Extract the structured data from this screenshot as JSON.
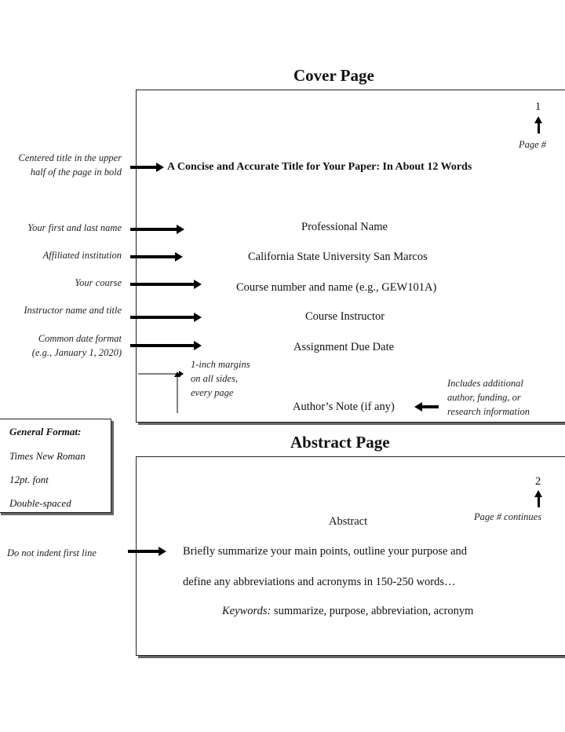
{
  "cover": {
    "heading": "Cover Page",
    "page_number": "1",
    "page_label": "Page #",
    "title_line": "A Concise and Accurate Title for Your Paper: In About 12 Words",
    "professional_name": "Professional Name",
    "institution": "California State University San Marcos",
    "course": "Course number and name (e.g., GEW101A)",
    "instructor": "Course Instructor",
    "due_date": "Assignment Due Date",
    "authors_note": "Author’s Note (if any)"
  },
  "cover_notes": {
    "title_note_line1": "Centered title in the upper",
    "title_note_line2": "half of the page in bold",
    "name_note": "Your first and last name",
    "institution_note": "Affiliated institution",
    "course_note": "Your course",
    "instructor_note": "Instructor name and title",
    "date_note_line1": "Common date format",
    "date_note_line2": "(e.g., January 1, 2020)",
    "margins_line1": "1-inch margins",
    "margins_line2": "on all sides,",
    "margins_line3": "every page",
    "authors_note_line1": "Includes additional",
    "authors_note_line2": "author, funding, or",
    "authors_note_line3": "research information"
  },
  "general_format": {
    "heading": "General Format:",
    "font": "Times New Roman",
    "size": "12pt. font",
    "spacing": "Double-spaced"
  },
  "abstract": {
    "heading": "Abstract Page",
    "page_number": "2",
    "page_label": "Page # continues",
    "label": "Abstract",
    "body_line1": "Briefly summarize your main points, outline your purpose and",
    "body_line2": "define any abbreviations and acronyms in 150-250 words…",
    "keywords_label": "Keywords:",
    "keywords_text": " summarize, purpose, abbreviation, acronym",
    "indent_note": "Do not indent first line"
  }
}
